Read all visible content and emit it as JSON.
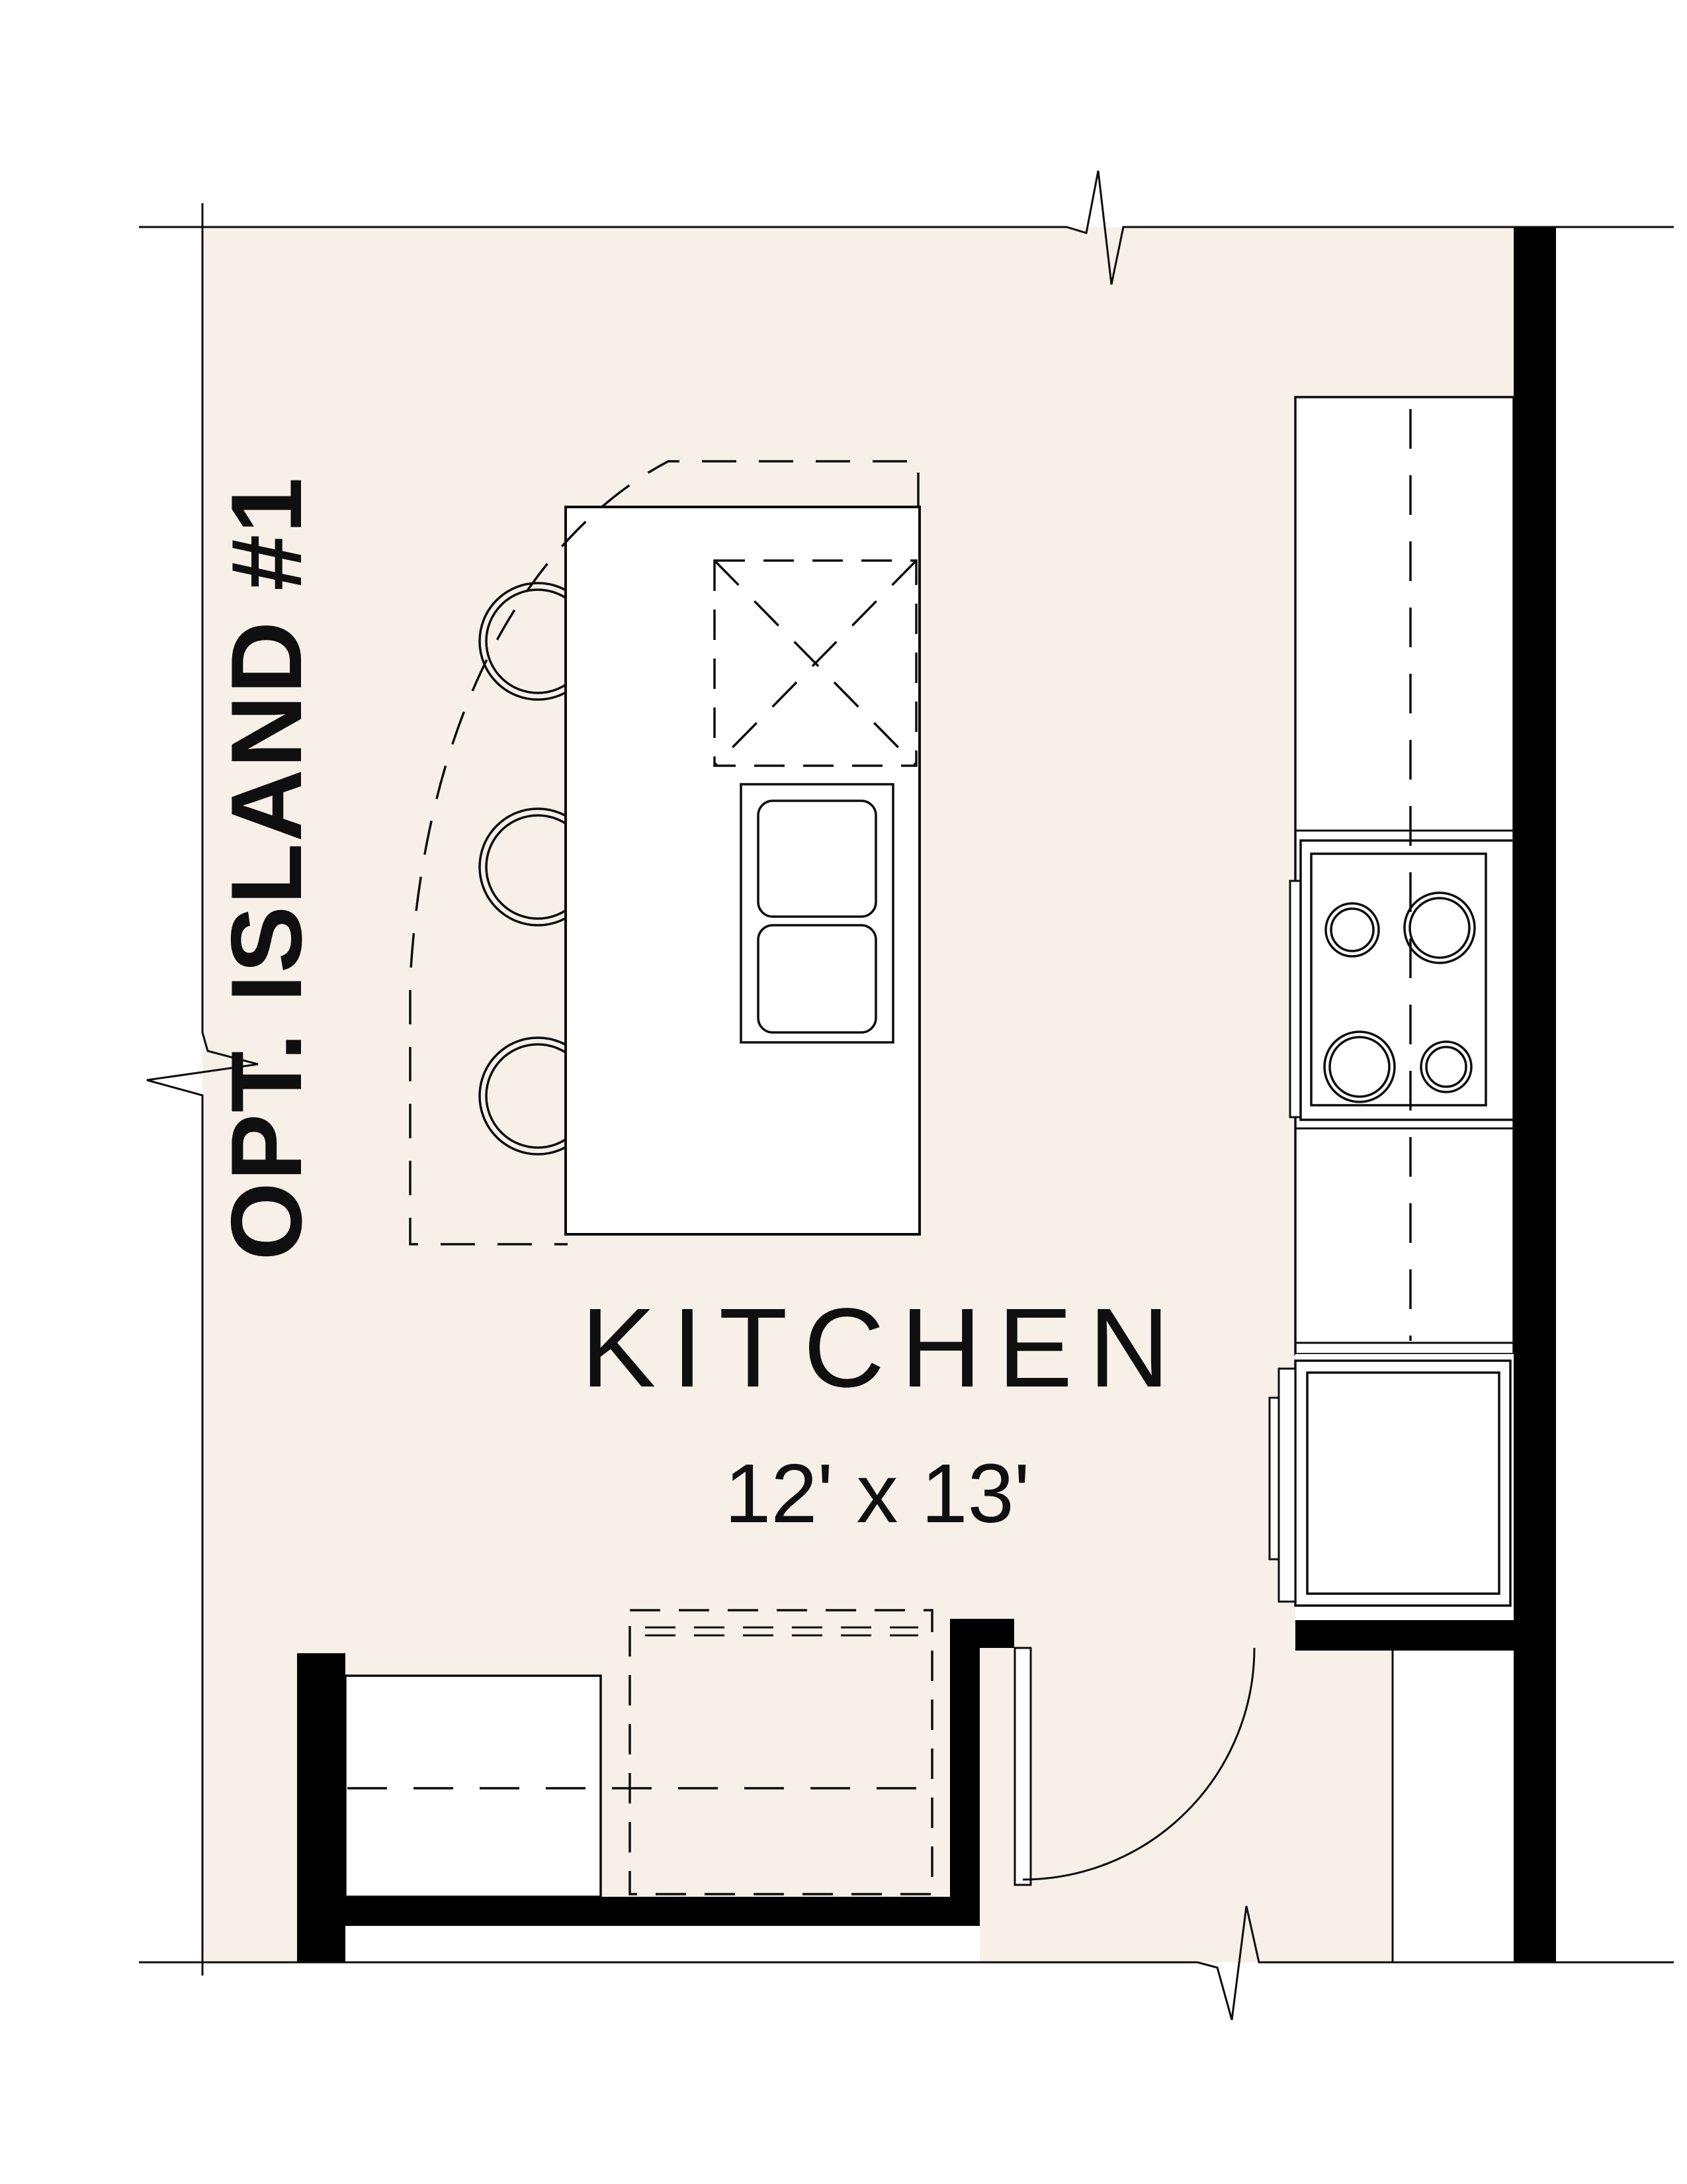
{
  "labels": {
    "room_name": "KITCHEN",
    "room_dimensions": "12' x 13'",
    "optional_island": "OPT. ISLAND #1"
  },
  "colors": {
    "background": "#ffffff",
    "floor": "#f6f0e8",
    "line": "#0d0d0d",
    "wall": "#000000",
    "fixture_fill": "#ffffff"
  }
}
